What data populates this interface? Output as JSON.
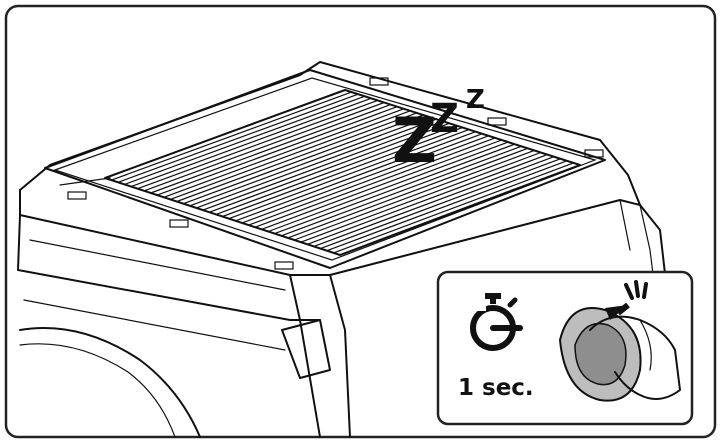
{
  "illustration": {
    "sleep_glyphs": [
      "Z",
      "Z",
      "Z"
    ],
    "inset": {
      "timer_label": "1 sec.",
      "icons": [
        "stopwatch-icon",
        "remote-fob-icon",
        "press-motion-icon"
      ]
    }
  }
}
